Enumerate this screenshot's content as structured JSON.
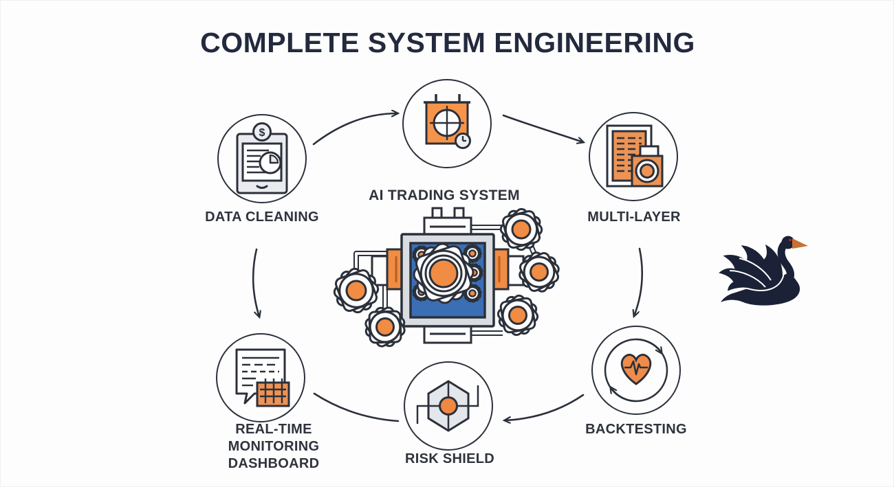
{
  "title": "COMPLETE SYSTEM ENGINEERING",
  "center_machine": {
    "label": "AI TRADING SYSTEM",
    "icon": "gears-machine-icon"
  },
  "nodes": {
    "data_cleaning": {
      "label": "DATA CLEANING",
      "icon": "money-report-clock-icon"
    },
    "scheduler": {
      "label": "",
      "icon": "calendar-target-clock-icon"
    },
    "multi_layer": {
      "label": "MULTI-LAYER",
      "icon": "layered-documents-icon"
    },
    "backtesting": {
      "label": "BACKTESTING",
      "icon": "heart-pulse-loop-icon"
    },
    "risk_shield": {
      "label": "RISK SHIELD",
      "icon": "hexagon-circuit-icon"
    },
    "monitoring": {
      "label": "REAL-TIME MONITORING DASHBOARD",
      "icon": "chat-report-grid-icon"
    }
  },
  "logo": {
    "name": "black-swan-logo"
  },
  "icon_glyphs": {
    "dollar": "$"
  },
  "flow": [
    "data_cleaning -> scheduler",
    "scheduler -> multi_layer",
    "multi_layer -> backtesting",
    "backtesting -> risk_shield",
    "data_cleaning -> monitoring",
    "monitoring -> risk_shield"
  ],
  "colors": {
    "outline": "#2b303a",
    "orange": "#f18c44",
    "orange_doc": "#ec9355",
    "blue_panel": "#3a6fb5",
    "frame_gray": "#d9dde2",
    "hex_gray": "#e3e6ea",
    "title_text": "#232a3e",
    "label_text": "#2f333b",
    "swan_navy": "#1b2237",
    "swan_beak": "#c9712f",
    "background": "#fdfdfe"
  }
}
